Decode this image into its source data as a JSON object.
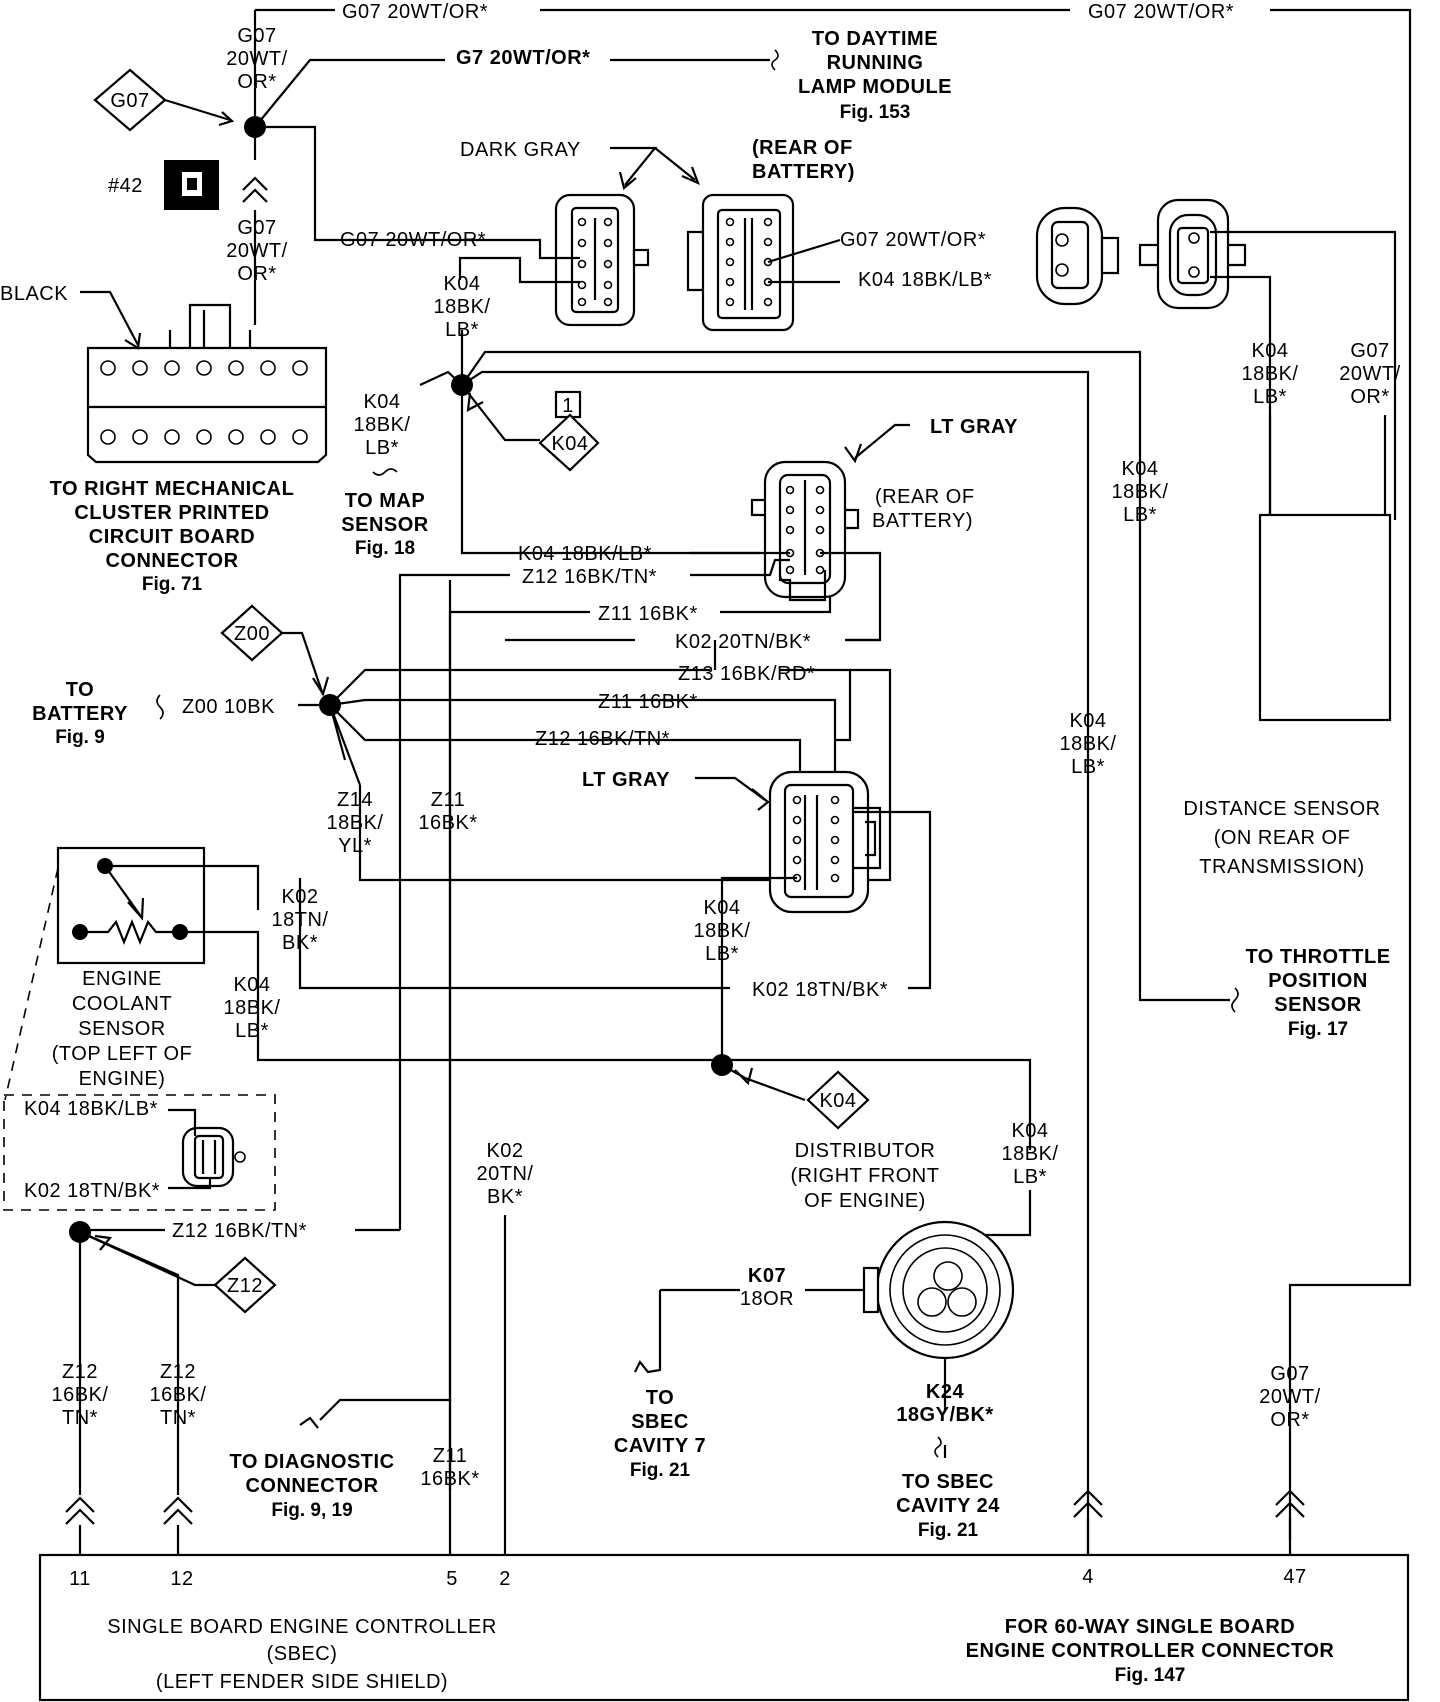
{
  "wires": {
    "g07_top_mid": "G07 20WT/OR*",
    "g07_top_right": "G07 20WT/OR*",
    "g07_left_1": "G07",
    "g07_left_2": "20WT/",
    "g07_left_3": "OR*",
    "g7_dtrl": "G7 20WT/OR*",
    "g07_mid_1": "G07",
    "g07_mid_2": "20WT/",
    "g07_mid_3": "OR*",
    "g07_to_conn": "G07 20WT/OR*",
    "g07_rear_conn": "G07 20WT/OR*",
    "k04_rear_conn": "K04 18BK/LB*",
    "k04_splice_1": "K04",
    "k04_splice_2": "18BK/",
    "k04_splice_3": "LB*",
    "k04_map_1": "K04",
    "k04_map_2": "18BK/",
    "k04_map_3": "LB*",
    "k04_ds_1": "K04",
    "k04_ds_2": "18BK/",
    "k04_ds_3": "LB*",
    "g07_ds_1": "G07",
    "g07_ds_2": "20WT/",
    "g07_ds_3": "OR*",
    "k04_tps_1": "K04",
    "k04_tps_2": "18BK/",
    "k04_tps_3": "LB*",
    "k04_ltgray": "K04 18BK/LB*",
    "z12_ltgray": "Z12 16BK/TN*",
    "z11_a": "Z11 16BK*",
    "k02_a": "K02 20TN/BK*",
    "z13": "Z13 16BK/RD*",
    "z11_b": "Z11 16BK*",
    "z12_b": "Z12 16BK/TN*",
    "z00": "Z00 10BK",
    "z14_1": "Z14",
    "z14_2": "18BK/",
    "z14_3": "YL*",
    "z11_v_1": "Z11",
    "z11_v_2": "16BK*",
    "k02_ect_1": "K02",
    "k02_ect_2": "18TN/",
    "k02_ect_3": "BK*",
    "k04_ect_1": "K04",
    "k04_ect_2": "18BK/",
    "k04_ect_3": "LB*",
    "k04_c2_1": "K04",
    "k04_c2_2": "18BK/",
    "k04_c2_3": "LB*",
    "k02_horiz": "K02 18TN/BK*",
    "k04_ect_conn": "K04 18BK/LB*",
    "k02_ect_conn": "K02 18TN/BK*",
    "z12_low": "Z12 16BK/TN*",
    "k02_v_1": "K02",
    "k02_v_2": "20TN/",
    "k02_v_3": "BK*",
    "k04_dist_1": "K04",
    "k04_dist_2": "18BK/",
    "k04_dist_3": "LB*",
    "k04_v_1": "K04",
    "k04_v_2": "18BK/",
    "k04_v_3": "LB*",
    "k07_1": "K07",
    "k07_2": "18OR",
    "k24_1": "K24",
    "k24_2": "18GY/BK*",
    "z12_c11_1": "Z12",
    "z12_c11_2": "16BK/",
    "z12_c11_3": "TN*",
    "z12_c12_1": "Z12",
    "z12_c12_2": "16BK/",
    "z12_c12_3": "TN*",
    "z11_c5_1": "Z11",
    "z11_c5_2": "16BK*",
    "g07_c47_1": "G07",
    "g07_c47_2": "20WT/",
    "g07_c47_3": "OR*"
  },
  "connectors": {
    "dark_gray": "DARK GRAY",
    "rear_battery_1": "(REAR OF",
    "rear_battery_2": "BATTERY)",
    "lt_gray_top": "LT GRAY",
    "rear_battery_b1": "(REAR OF",
    "rear_battery_b2": "BATTERY)",
    "lt_gray_mid": "LT GRAY",
    "black": "BLACK",
    "ref_42": "#42"
  },
  "splices": {
    "g07": "G07",
    "k04_top": "K04",
    "k04_top_num": "1",
    "z00": "Z00",
    "k04_low": "K04",
    "z12": "Z12"
  },
  "destinations": {
    "dtrl_1": "TO DAYTIME",
    "dtrl_2": "RUNNING",
    "dtrl_3": "LAMP MODULE",
    "dtrl_fig": "Fig. 153",
    "cluster_1": "TO RIGHT MECHANICAL",
    "cluster_2": "CLUSTER PRINTED",
    "cluster_3": "CIRCUIT BOARD",
    "cluster_4": "CONNECTOR",
    "cluster_fig": "Fig. 71",
    "map_1": "TO MAP",
    "map_2": "SENSOR",
    "map_fig": "Fig. 18",
    "battery_1": "TO",
    "battery_2": "BATTERY",
    "battery_fig": "Fig. 9",
    "distance_1": "DISTANCE SENSOR",
    "distance_2": "(ON REAR OF",
    "distance_3": "TRANSMISSION)",
    "tps_1": "TO THROTTLE",
    "tps_2": "POSITION",
    "tps_3": "SENSOR",
    "tps_fig": "Fig. 17",
    "ect_1": "ENGINE",
    "ect_2": "COOLANT",
    "ect_3": "SENSOR",
    "ect_4": "(TOP LEFT OF",
    "ect_5": "ENGINE)",
    "dist_1": "DISTRIBUTOR",
    "dist_2": "(RIGHT FRONT",
    "dist_3": "OF ENGINE)",
    "sbec7_1": "TO",
    "sbec7_2": "SBEC",
    "sbec7_3": "CAVITY 7",
    "sbec7_fig": "Fig. 21",
    "sbec24_1": "TO SBEC",
    "sbec24_2": "CAVITY 24",
    "sbec24_fig": "Fig. 21",
    "diag_1": "TO DIAGNOSTIC",
    "diag_2": "CONNECTOR",
    "diag_fig": "Fig. 9, 19"
  },
  "controller": {
    "pin_11": "11",
    "pin_12": "12",
    "pin_5": "5",
    "pin_2": "2",
    "pin_4": "4",
    "pin_47": "47",
    "name_1": "SINGLE BOARD ENGINE CONTROLLER",
    "name_2": "(SBEC)",
    "name_3": "(LEFT FENDER SIDE SHIELD)",
    "conn_1": "FOR 60-WAY SINGLE BOARD",
    "conn_2": "ENGINE CONTROLLER CONNECTOR",
    "conn_fig": "Fig. 147"
  }
}
